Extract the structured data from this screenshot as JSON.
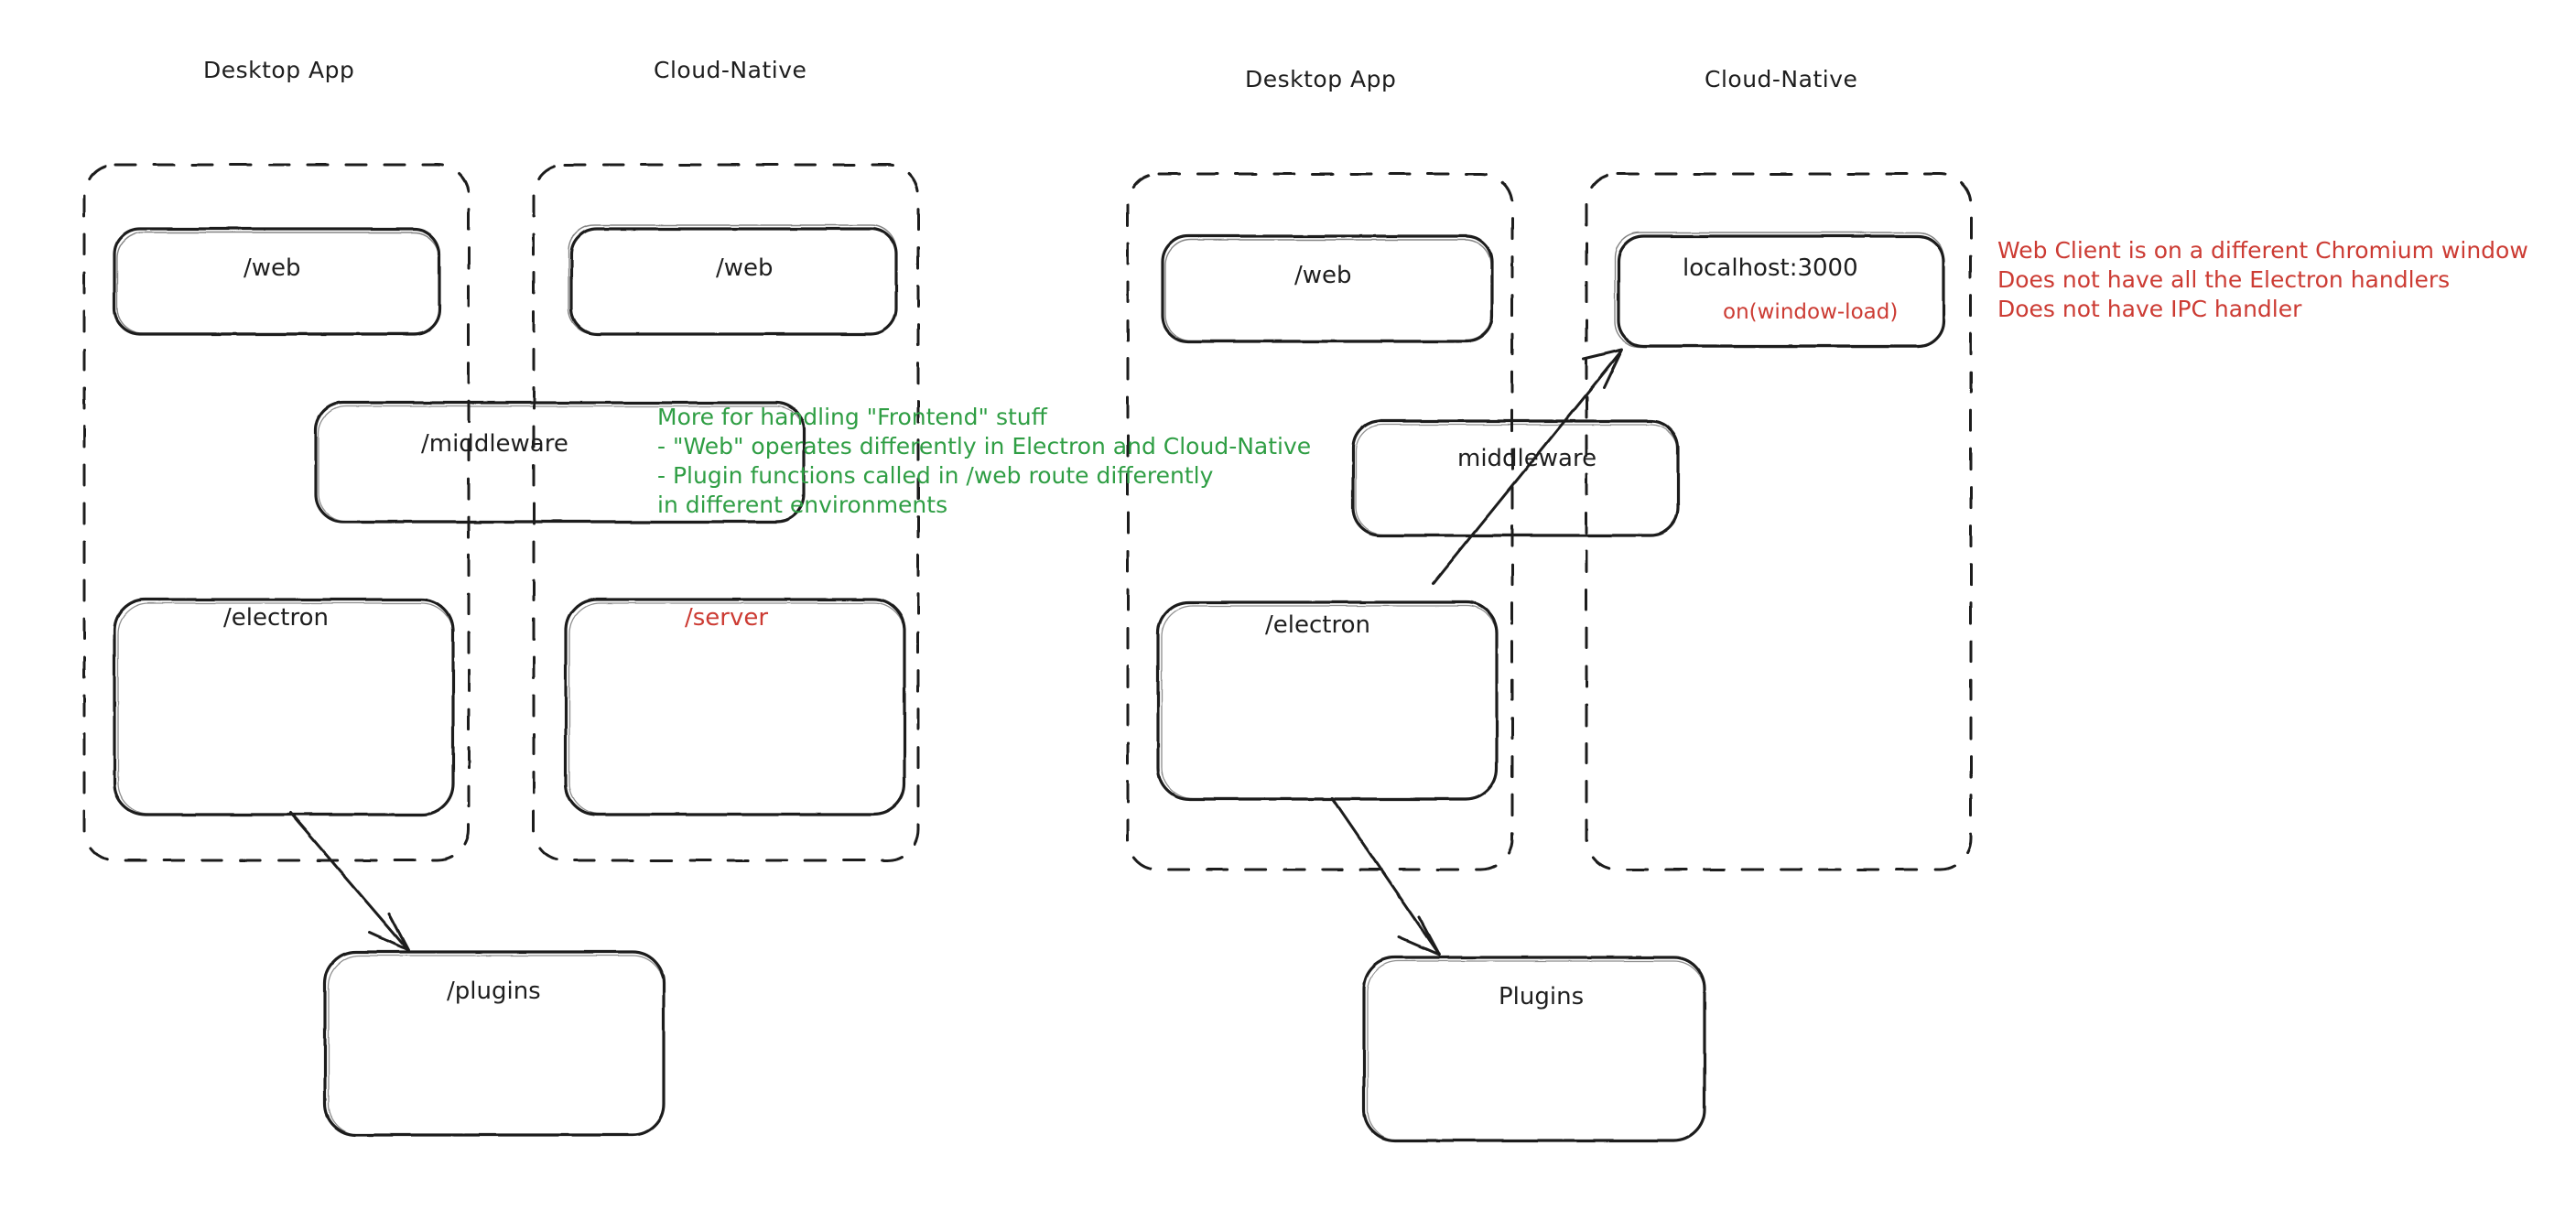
{
  "diagram": {
    "type": "architecture-diagram",
    "style": "hand-drawn-excalidraw",
    "background": "#ffffff",
    "stroke_color": "#1e1e1e",
    "accent_colors": {
      "green": "#2f9e44",
      "red": "#cc3b33"
    }
  },
  "left_diagram": {
    "groups": [
      {
        "id": "left-desktop",
        "title": "Desktop App"
      },
      {
        "id": "left-cloud",
        "title": "Cloud-Native"
      }
    ],
    "nodes": [
      {
        "id": "l-web-desktop",
        "label": "/web",
        "color": "#1e1e1e"
      },
      {
        "id": "l-web-cloud",
        "label": "/web",
        "color": "#1e1e1e"
      },
      {
        "id": "l-middleware",
        "label": "/middleware",
        "color": "#1e1e1e"
      },
      {
        "id": "l-electron",
        "label": "/electron",
        "color": "#1e1e1e"
      },
      {
        "id": "l-server",
        "label": "/server",
        "color": "#cc3b33"
      },
      {
        "id": "l-plugins",
        "label": "/plugins",
        "color": "#1e1e1e"
      }
    ],
    "edges": [
      {
        "from": "l-electron",
        "to": "l-plugins",
        "arrow": true
      }
    ],
    "annotation_green": "More for handling \"Frontend\" stuff\n- \"Web\" operates differently in Electron and Cloud-Native\n- Plugin functions called in /web route differently\nin different environments"
  },
  "right_diagram": {
    "groups": [
      {
        "id": "right-desktop",
        "title": "Desktop App"
      },
      {
        "id": "right-cloud",
        "title": "Cloud-Native"
      }
    ],
    "nodes": [
      {
        "id": "r-web",
        "label": "/web",
        "color": "#1e1e1e"
      },
      {
        "id": "r-localhost",
        "label": "localhost:3000",
        "sub_label": "on(window-load)",
        "sub_color": "#cc3b33",
        "color": "#1e1e1e"
      },
      {
        "id": "r-middleware",
        "label": "middleware",
        "color": "#1e1e1e"
      },
      {
        "id": "r-electron",
        "label": "/electron",
        "color": "#1e1e1e"
      },
      {
        "id": "r-plugins",
        "label": "Plugins",
        "color": "#1e1e1e"
      }
    ],
    "edges": [
      {
        "from": "r-electron",
        "to": "r-localhost",
        "arrow": true
      },
      {
        "from": "r-electron",
        "to": "r-plugins",
        "arrow": true
      }
    ],
    "annotation_red": "Web Client is on a different Chromium window\nDoes not have all the Electron handlers\nDoes not have IPC handler"
  }
}
